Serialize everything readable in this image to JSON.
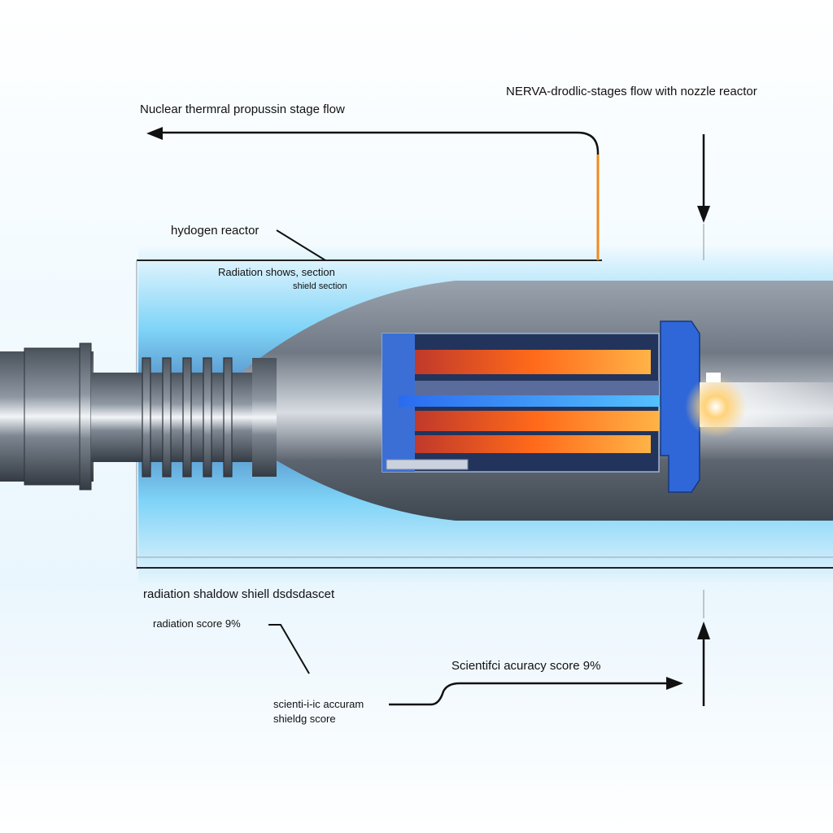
{
  "labels": {
    "top_left_flow": "Nuclear thermral propussin stage flow",
    "top_right_nerva": "NERVA-drodlic-stages flow with nozzle reactor",
    "hydrogen_reactor": "hydogen reactor",
    "radiation_shows": "Radiation shows, section",
    "shield_section": "shield section",
    "shadow_shield": "radiation shaldow shiell dsdsdascet",
    "radiation_score": "radiation score 9%",
    "accuracy_score": "Scientifci acuracy score 9%",
    "scientific_line1": "scienti-i-ic accuram",
    "scientific_line2": "shieldg score"
  },
  "colors": {
    "glow_blue": "#5cc8f5",
    "core_orange": "#ff6a1a",
    "core_blue": "#2a6bf0",
    "steel": "#6b7480",
    "flow_line_orange": "#f08a1e",
    "line_black": "#111111"
  },
  "icons": [
    "arrow-left-icon",
    "arrow-down-icon",
    "arrow-up-icon",
    "arrow-right-icon"
  ]
}
